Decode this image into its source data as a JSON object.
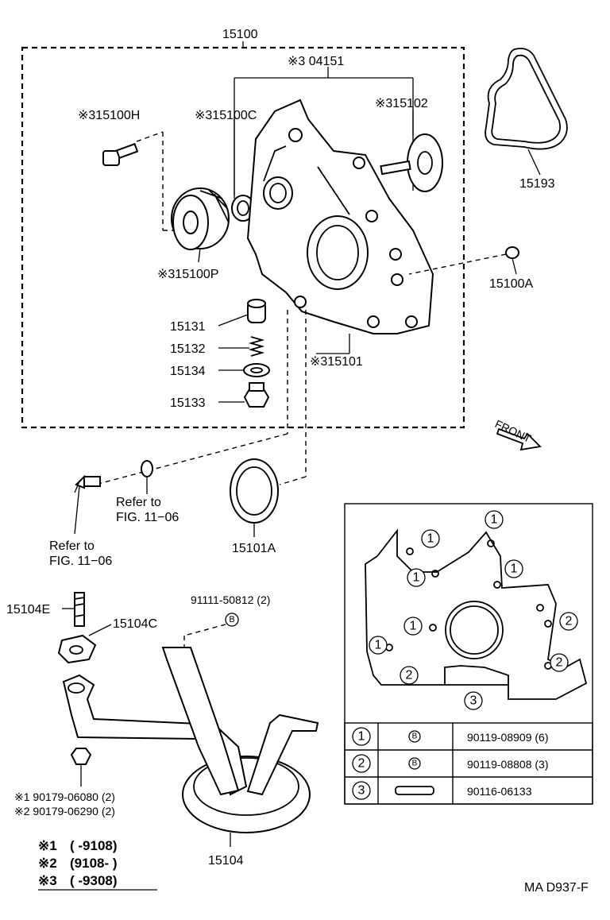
{
  "labels": {
    "assy": "15100",
    "gasket_set": "※3 04151",
    "bolt_h": "※315100H",
    "cover_c": "※315100C",
    "shaft_102": "※315102",
    "oring": "15193",
    "plug_a": "15100A",
    "gear_p": "※315100P",
    "valve": "15131",
    "spring": "15132",
    "washer": "15134",
    "plug": "15133",
    "body_101": "※315101",
    "seal_101a": "15101A",
    "refer1_l1": "Refer to",
    "refer1_l2": "FIG. 11−06",
    "refer2_l1": "Refer to",
    "refer2_l2": "FIG. 11−06",
    "stud_e": "15104E",
    "gasket_c": "15104C",
    "bolt_91111": "91111-50812 (2)",
    "nut_1": "※1  90179-06080 (2)",
    "nut_2": "※2  90179-06290 (2)",
    "strainer": "15104",
    "front": "FRONT",
    "drawing_no": "MA D937-F"
  },
  "inset": {
    "callouts": [
      "1",
      "1",
      "1",
      "1",
      "1",
      "1",
      "2",
      "2",
      "2",
      "3"
    ],
    "bolt_mark": "B",
    "table": [
      {
        "ref": "1",
        "part": "90119-08909 (6)"
      },
      {
        "ref": "2",
        "part": "90119-08808 (3)"
      },
      {
        "ref": "3",
        "part": "90116-06133"
      }
    ]
  },
  "legend": [
    {
      "mark": "※1",
      "range": "(        -9108)"
    },
    {
      "mark": "※2",
      "range": "(9108-        )"
    },
    {
      "mark": "※3",
      "range": "(        -9308)"
    }
  ],
  "icons": [
    "bolt-icon",
    "gear-icon",
    "oil-pump-body-icon",
    "o-ring-icon",
    "plug-icon",
    "spring-icon",
    "washer-icon",
    "oil-seal-icon",
    "oil-strainer-icon",
    "front-arrow-icon",
    "sensor-icon"
  ]
}
